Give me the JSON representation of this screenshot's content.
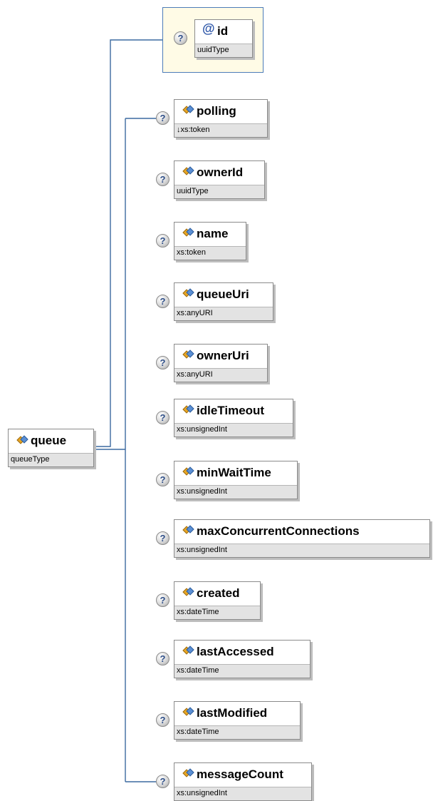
{
  "root": {
    "name": "queue",
    "type": "queueType"
  },
  "attribute": {
    "name": "id",
    "type": "uuidType",
    "help_glyph": "?",
    "icon_glyph": "@"
  },
  "help_glyph": "?",
  "children": [
    {
      "name": "polling",
      "type": "xs:token",
      "type_prefix": "↓"
    },
    {
      "name": "ownerId",
      "type": "uuidType"
    },
    {
      "name": "name",
      "type": "xs:token"
    },
    {
      "name": "queueUri",
      "type": "xs:anyURI"
    },
    {
      "name": "ownerUri",
      "type": "xs:anyURI"
    },
    {
      "name": "idleTimeout",
      "type": "xs:unsignedInt"
    },
    {
      "name": "minWaitTime",
      "type": "xs:unsignedInt"
    },
    {
      "name": "maxConcurrentConnections",
      "type": "xs:unsignedInt"
    },
    {
      "name": "created",
      "type": "xs:dateTime"
    },
    {
      "name": "lastAccessed",
      "type": "xs:dateTime"
    },
    {
      "name": "lastModified",
      "type": "xs:dateTime"
    },
    {
      "name": "messageCount",
      "type": "xs:unsignedInt"
    }
  ],
  "colors": {
    "connector": "#3c6aa0",
    "attribute_group_bg": "#fffbe6",
    "type_bar_bg": "#e3e3e3"
  }
}
